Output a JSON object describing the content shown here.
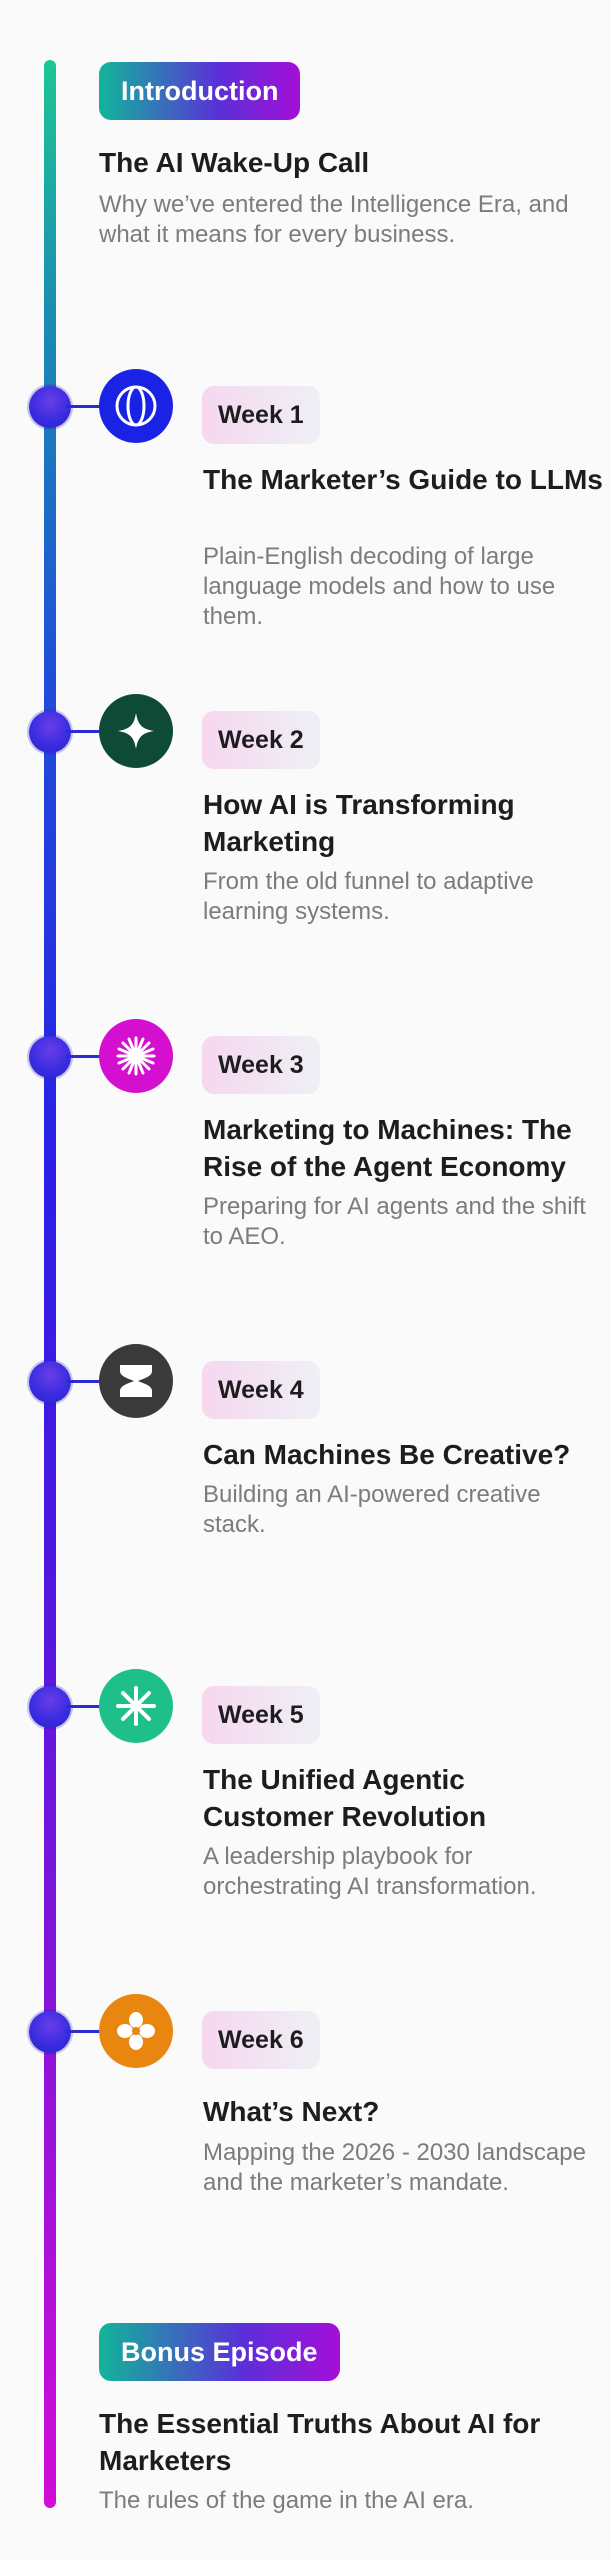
{
  "intro": {
    "label": "Introduction",
    "title": "The AI Wake-Up Call",
    "desc": "Why we’ve entered the Intelligence Era, and what it means for every business."
  },
  "weeks": [
    {
      "label": "Week 1",
      "title": "The Marketer’s Guide to LLMs",
      "desc": "Plain-English decoding of large language models and how to use them.",
      "icon": "globe-icon",
      "color": "#1a22e6"
    },
    {
      "label": "Week 2",
      "title": "How AI is Transforming Marketing",
      "desc": "From the old funnel to adaptive learning systems.",
      "icon": "sparkle-icon",
      "color": "#0f4a36"
    },
    {
      "label": "Week 3",
      "title": "Marketing to Machines: The Rise of the Agent Economy",
      "desc": "Preparing for AI agents and the shift to AEO.",
      "icon": "starburst-icon",
      "color": "#d40fcf"
    },
    {
      "label": "Week 4",
      "title": "Can Machines Be Creative?",
      "desc": "Building an AI-powered creative stack.",
      "icon": "hourglass-icon",
      "color": "#3a3a3a"
    },
    {
      "label": "Week 5",
      "title": "The Unified Agentic Customer Revolution",
      "desc": "A leadership playbook for orchestrating AI transformation.",
      "icon": "asterisk-icon",
      "color": "#1fbf8c"
    },
    {
      "label": "Week 6",
      "title": "What’s Next?",
      "desc": "Mapping the 2026 - 2030 landscape and the marketer’s mandate.",
      "icon": "clover-icon",
      "color": "#e9860f"
    }
  ],
  "bonus": {
    "label": "Bonus Episode",
    "title": "The Essential Truths About AI for Marketers",
    "desc": "The rules of the game in the AI era."
  }
}
